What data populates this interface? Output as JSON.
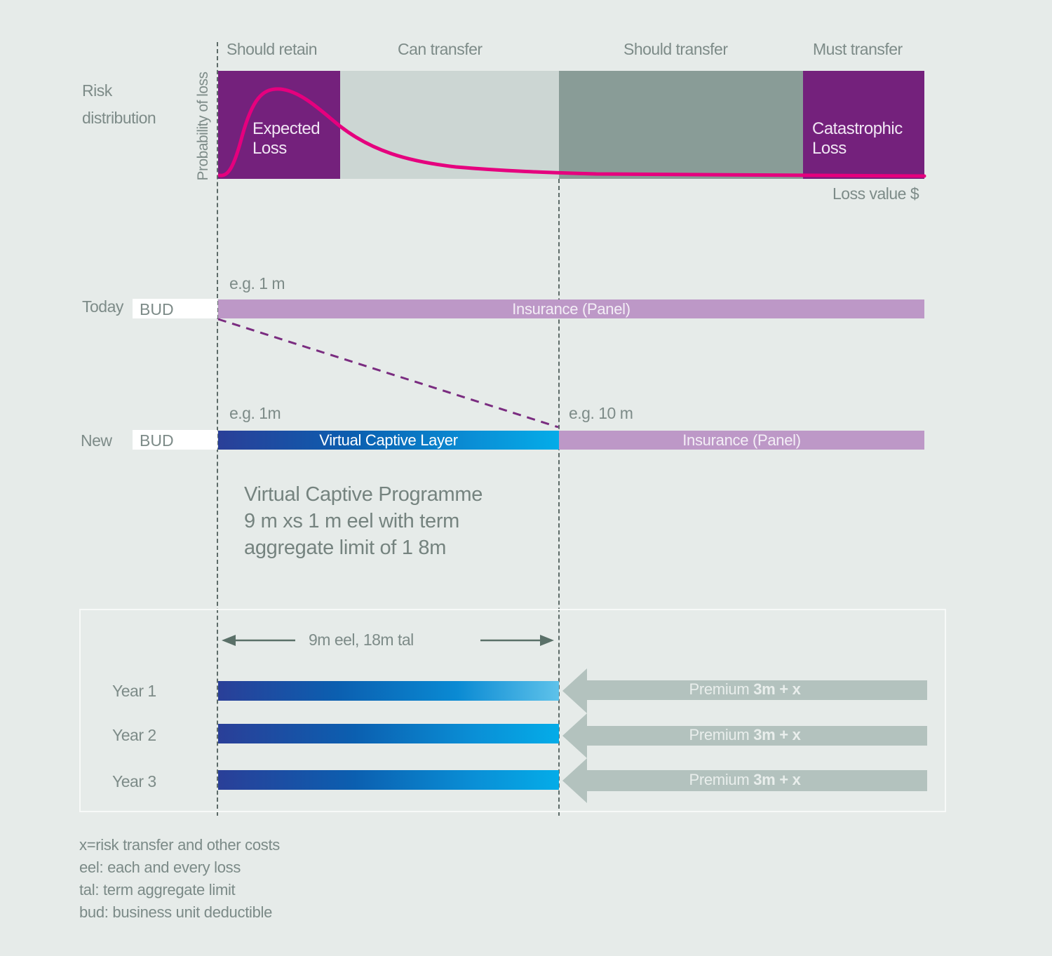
{
  "risk_section": {
    "row_label_line1": "Risk",
    "row_label_line2": "distribution",
    "y_axis_label": "Probability of loss",
    "x_axis_label": "Loss value $",
    "columns": [
      {
        "label": "Should retain",
        "color": "#74217c"
      },
      {
        "label": "Can transfer",
        "color": "#ccd6d3"
      },
      {
        "label": "Should transfer",
        "color": "#899c97"
      },
      {
        "label": "Must transfer",
        "color": "#74217c"
      }
    ],
    "expected_loss_line1": "Expected",
    "expected_loss_line2": "Loss",
    "catastrophic_loss_line1": "Catastrophic",
    "catastrophic_loss_line2": "Loss",
    "curve_color": "#e5007e"
  },
  "today_row": {
    "label": "Today",
    "bud_label": "BUD",
    "threshold_label": "e.g. 1 m",
    "insurance_label": "Insurance (Panel)",
    "insurance_color": "#bd98c7"
  },
  "new_row": {
    "label": "New",
    "bud_label": "BUD",
    "threshold_label_1": "e.g. 1m",
    "threshold_label_2": "e.g. 10 m",
    "captive_label": "Virtual Captive Layer",
    "insurance_label": "Insurance (Panel)"
  },
  "programme": {
    "line1": "Virtual Captive Programme",
    "line2": "9 m xs 1 m eel with term",
    "line3": "aggregate limit of 1 8m"
  },
  "years_panel": {
    "span_label": "9m eel, 18m tal",
    "years": [
      {
        "label": "Year 1",
        "premium_prefix": "Premium",
        "premium_amount": "3m + x"
      },
      {
        "label": "Year 2",
        "premium_prefix": "Premium",
        "premium_amount": "3m + x"
      },
      {
        "label": "Year 3",
        "premium_prefix": "Premium",
        "premium_amount": "3m + x"
      }
    ]
  },
  "legend": [
    "x=risk transfer and other costs",
    "eel: each and every loss",
    "tal: term aggregate limit",
    "bud: business unit deductible"
  ]
}
